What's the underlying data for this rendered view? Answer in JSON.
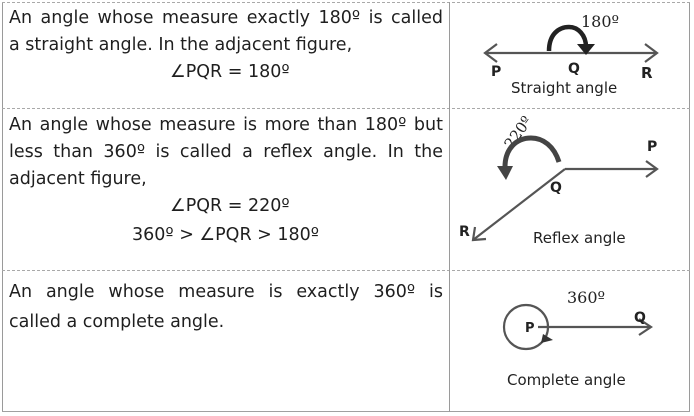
{
  "straight": {
    "line1": "An angle whose measure exactly 180º is called",
    "line2": "a straight angle. In the adjacent figure,",
    "eq": "∠PQR = 180º",
    "figure": {
      "angle": "180º",
      "p": "P",
      "q": "Q",
      "r": "R",
      "caption": "Straight angle"
    }
  },
  "reflex": {
    "line1": "An angle whose measure is more than 180º but",
    "line2": "less than 360º is called a reflex angle. In the",
    "line3": "adjacent figure,",
    "eq1": "∠PQR = 220º",
    "eq2": "360º > ∠PQR > 180º",
    "figure": {
      "angle": "220º",
      "p": "P",
      "q": "Q",
      "r": "R",
      "caption": "Reflex angle"
    }
  },
  "complete": {
    "line1": "An angle whose measure is exactly 360º  is",
    "line2": "called a complete angle.",
    "figure": {
      "angle": "360º",
      "p": "P",
      "q": "Q",
      "caption": "Complete angle"
    }
  },
  "colors": {
    "stroke": "#555555",
    "border": "#9a9a9a",
    "text": "#1f1f1f"
  }
}
